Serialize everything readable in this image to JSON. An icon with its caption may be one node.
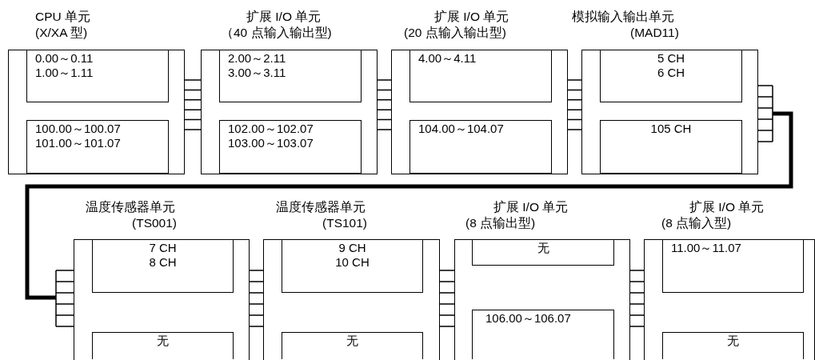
{
  "diagram": {
    "nodes": [
      {
        "text": [
          "CPU 单元",
          "(X/XA 型)"
        ]
      },
      {
        "text": [
          "0.00～0.11",
          "1.00～1.11"
        ],
        "in": 0
      },
      {
        "text": [
          "100.00～100.07",
          "101.00～101.07"
        ],
        "in": 0
      },
      {
        "text": [
          "扩展 I/O 单元",
          "（40 点输入输出型)"
        ]
      },
      {
        "text": [
          "2.00～2.11",
          "3.00～3.11"
        ],
        "in": 3
      },
      {
        "text": [
          "102.00～102.07",
          "103.00～103.07"
        ],
        "in": 3
      },
      {
        "text": [
          "扩展 I/O 单元",
          "(20 点输入输出型)"
        ]
      },
      {
        "text": [
          "4.00～4.11"
        ],
        "in": 6
      },
      {
        "text": [
          "104.00～104.07"
        ],
        "in": 6
      },
      {
        "text": [
          "模拟输入输出单元",
          "(MAD11)"
        ]
      },
      {
        "text": [
          "5 CH",
          "6 CH"
        ],
        "in": 9
      },
      {
        "text": [
          "105 CH"
        ],
        "in": 9
      },
      {
        "text": [
          "温度传感器单元",
          "(TS001)"
        ]
      },
      {
        "text": [
          "7 CH",
          "8 CH"
        ],
        "in": 12
      },
      {
        "text": [
          "无"
        ],
        "in": 12
      },
      {
        "text": [
          "温度传感器单元",
          "(TS101)"
        ]
      },
      {
        "text": [
          "9 CH",
          "10 CH"
        ],
        "in": 15
      },
      {
        "text": [
          "无"
        ],
        "in": 15
      },
      {
        "text": [
          "扩展 I/O 单元",
          "(8 点输出型)"
        ]
      },
      {
        "text": [
          "无"
        ],
        "in": 18
      },
      {
        "text": [
          "106.00～106.07"
        ],
        "in": 18
      },
      {
        "text": [
          "扩展 I/O 单元",
          "(8 点输入型)"
        ]
      },
      {
        "text": [
          "11.00～11.07"
        ],
        "in": 21
      },
      {
        "text": [
          "无"
        ],
        "in": 21
      }
    ],
    "edges": [
      {
        "from": 0,
        "to": 3,
        "arrow": "none"
      },
      {
        "from": 3,
        "to": 6,
        "arrow": "none"
      },
      {
        "from": 6,
        "to": 9,
        "arrow": "none"
      },
      {
        "from": 9,
        "to": 12,
        "arrow": "none",
        "style": "thick"
      },
      {
        "from": 12,
        "to": 15,
        "arrow": "none"
      },
      {
        "from": 15,
        "to": 18,
        "arrow": "none"
      },
      {
        "from": 18,
        "to": 21,
        "arrow": "none"
      }
    ]
  }
}
